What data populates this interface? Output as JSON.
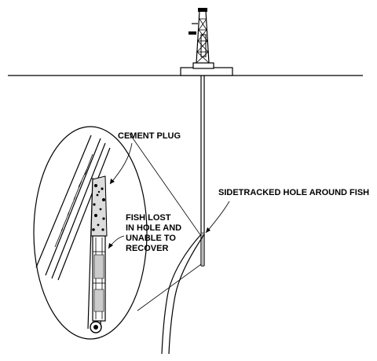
{
  "labels": {
    "cement_plug": "CEMENT PLUG",
    "fish_line1": "FISH LOST",
    "fish_line2": "IN HOLE AND",
    "fish_line3": "UNABLE TO",
    "fish_line4": "RECOVER",
    "sidetrack": "SIDETRACKED HOLE AROUND FISH"
  },
  "colors": {
    "ink": "#000000",
    "background": "#ffffff"
  }
}
